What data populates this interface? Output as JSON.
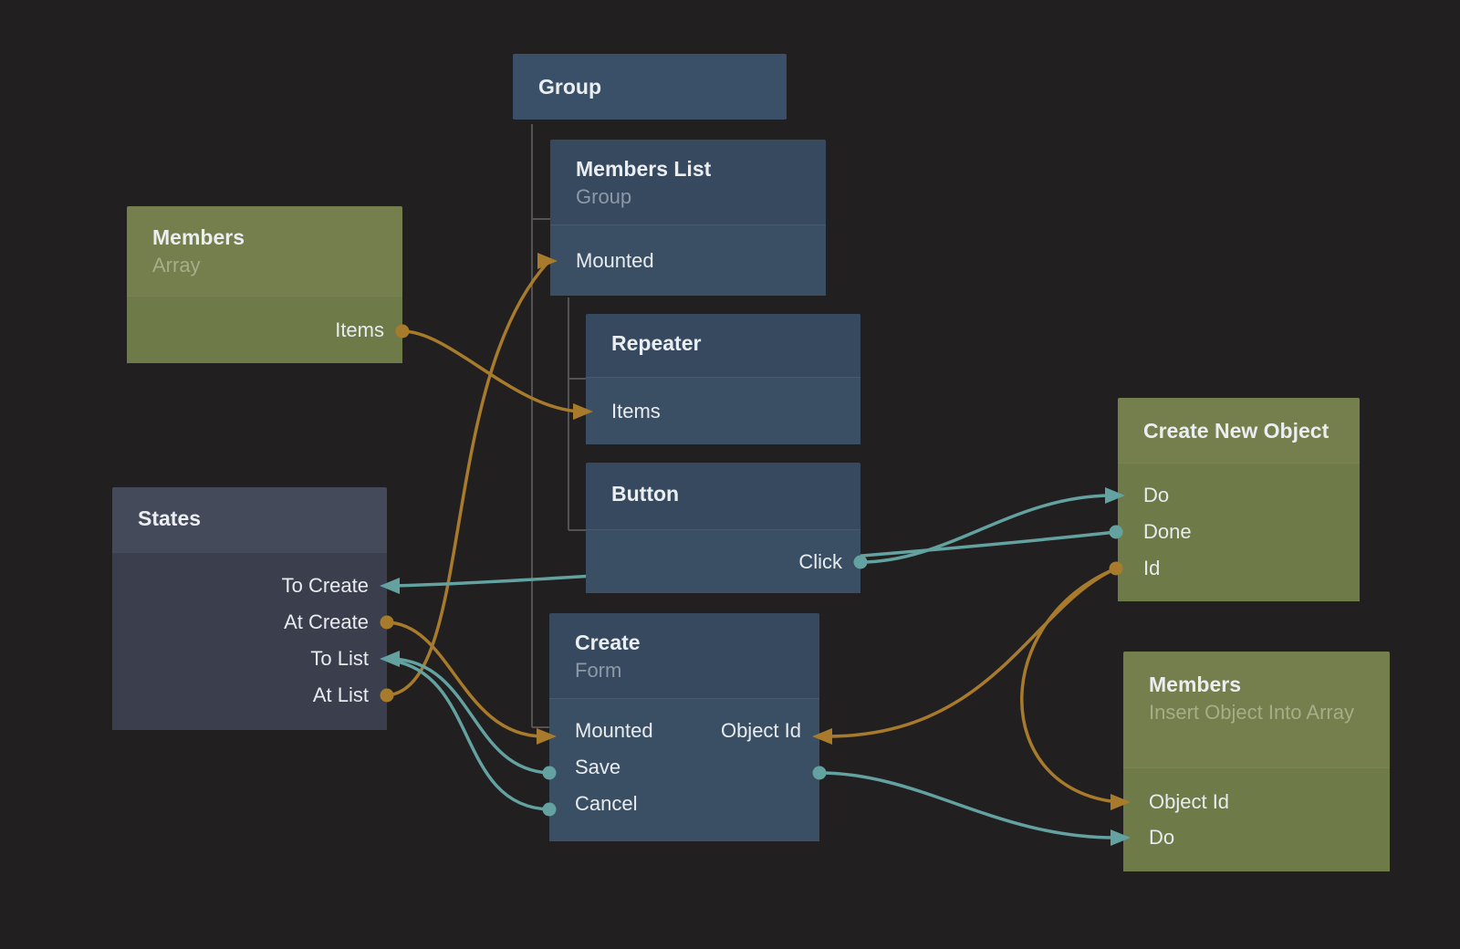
{
  "app": {
    "view": "node-graph-canvas"
  },
  "palette": {
    "background": "#211f1f",
    "node_blue_header": "#36495f",
    "node_blue_body": "#3a4e64",
    "node_green_header": "#747f4d",
    "node_green_body": "#6f7a49",
    "node_gray_header": "#454a5b",
    "node_gray_body": "#3a3e4d",
    "wire_orange": "#a87b2c",
    "wire_teal": "#63a2a0",
    "tree_line": "#535353",
    "title_text": "#eaeef1",
    "port_text": "#e8ecef"
  },
  "nodes": {
    "group": {
      "title": "Group"
    },
    "members_list": {
      "title": "Members List",
      "subtitle": "Group",
      "ports": {
        "mounted": "Mounted"
      }
    },
    "repeater": {
      "title": "Repeater",
      "ports": {
        "items": "Items"
      }
    },
    "button": {
      "title": "Button",
      "ports": {
        "click": "Click"
      }
    },
    "create_form": {
      "title": "Create",
      "subtitle": "Form",
      "ports": {
        "mounted": "Mounted",
        "save": "Save",
        "cancel": "Cancel",
        "object_id": "Object Id"
      }
    },
    "members_array": {
      "title": "Members",
      "subtitle": "Array",
      "ports": {
        "items": "Items"
      }
    },
    "states": {
      "title": "States",
      "ports": {
        "to_create": "To Create",
        "at_create": "At Create",
        "to_list": "To List",
        "at_list": "At List"
      }
    },
    "create_new_object": {
      "title": "Create New Object",
      "ports": {
        "do": "Do",
        "done": "Done",
        "id": "Id"
      }
    },
    "members_insert": {
      "title": "Members",
      "subtitle": "Insert Object Into Array",
      "ports": {
        "object_id": "Object Id",
        "do": "Do"
      }
    }
  },
  "hierarchy": {
    "group": [
      "members_list",
      "create_form"
    ],
    "members_list": [
      "repeater",
      "button"
    ]
  },
  "connections": [
    {
      "from": "members_array.items",
      "to": "repeater.items",
      "color": "orange"
    },
    {
      "from": "states.at_list",
      "to": "members_list.mounted",
      "color": "orange"
    },
    {
      "from": "states.at_create",
      "to": "create_form.mounted",
      "color": "orange"
    },
    {
      "from": "create_new_object.id",
      "to": "create_form.object_id",
      "color": "orange"
    },
    {
      "from": "create_new_object.id",
      "to": "members_insert.object_id",
      "color": "orange"
    },
    {
      "from": "button.click",
      "to": "create_new_object.do",
      "color": "teal"
    },
    {
      "from": "create_new_object.done",
      "to": "states.to_create",
      "color": "teal"
    },
    {
      "from": "create_form.save",
      "to": "states.to_list",
      "color": "teal"
    },
    {
      "from": "create_form.cancel",
      "to": "states.to_list",
      "color": "teal"
    },
    {
      "from": "create_form.save",
      "to": "members_insert.do",
      "color": "teal"
    }
  ]
}
